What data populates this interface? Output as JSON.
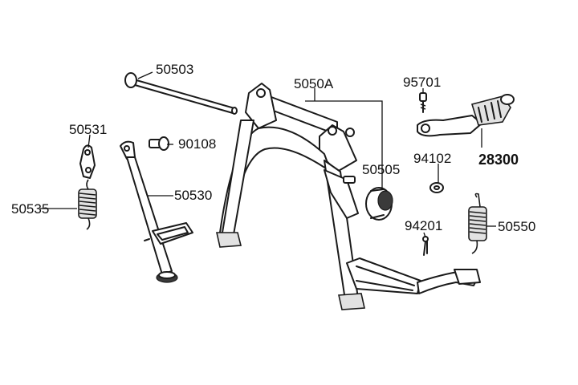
{
  "labels": {
    "p50503": "50503",
    "p5050A": "5050A",
    "p95701": "95701",
    "p50531": "50531",
    "p90108": "90108",
    "p28300": "28300",
    "p94102": "94102",
    "p50505": "50505",
    "p50530": "50530",
    "p50535": "50535",
    "p94201": "94201",
    "p50550": "50550"
  }
}
